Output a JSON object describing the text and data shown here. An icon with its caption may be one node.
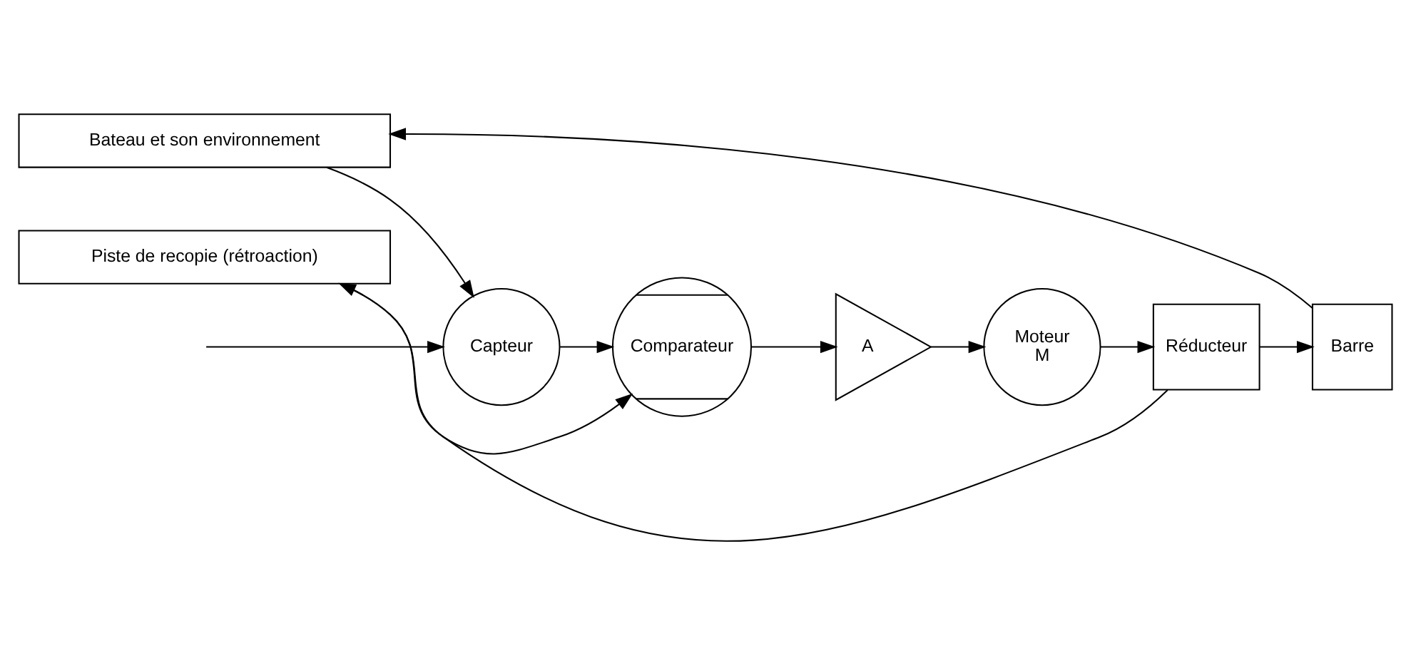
{
  "diagram": {
    "nodes": [
      {
        "text": [
          "Capteur"
        ]
      },
      {
        "text": [
          "Comparateur"
        ]
      },
      {
        "text": [
          "A"
        ]
      },
      {
        "text": [
          "Moteur",
          "M"
        ]
      },
      {
        "text": [
          "Réducteur"
        ]
      },
      {
        "text": [
          "Barre"
        ]
      },
      {
        "text": [
          "Piste de recopie (rétroaction)"
        ]
      },
      {
        "text": [
          "Bateau et son environnement"
        ]
      }
    ],
    "edges": [
      {
        "from": null,
        "to": 0,
        "arrow": "to"
      },
      {
        "from": 0,
        "to": 1,
        "arrow": "to"
      },
      {
        "from": 1,
        "to": 2,
        "arrow": "to"
      },
      {
        "from": 2,
        "to": 3,
        "arrow": "to"
      },
      {
        "from": 3,
        "to": 4,
        "arrow": "to"
      },
      {
        "from": 4,
        "to": 5,
        "arrow": "to"
      },
      {
        "from": 4,
        "to": 6,
        "arrow": "to"
      },
      {
        "from": 6,
        "to": 1,
        "arrow": "to"
      },
      {
        "from": 5,
        "to": 7,
        "arrow": "to"
      },
      {
        "from": 7,
        "to": 0,
        "arrow": "to"
      }
    ]
  }
}
